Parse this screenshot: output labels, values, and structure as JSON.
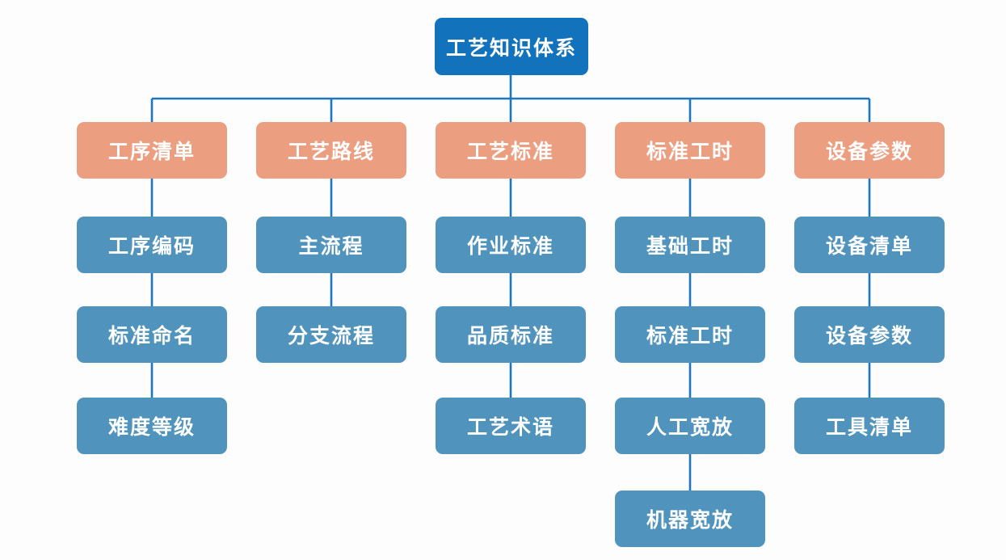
{
  "colors": {
    "background": "#fdfdfd",
    "root_fill": "#1272bc",
    "branch_fill": "#ec9e80",
    "child_fill": "#5094be",
    "line": "#1e76c0",
    "text": "#ffffff"
  },
  "tree": {
    "root": {
      "label": "工艺知识体系"
    },
    "columns": [
      {
        "header": {
          "label": "工序清单"
        },
        "children": [
          {
            "label": "工序编码"
          },
          {
            "label": "标准命名"
          },
          {
            "label": "难度等级"
          }
        ]
      },
      {
        "header": {
          "label": "工艺路线"
        },
        "children": [
          {
            "label": "主流程"
          },
          {
            "label": "分支流程"
          }
        ]
      },
      {
        "header": {
          "label": "工艺标准"
        },
        "children": [
          {
            "label": "作业标准"
          },
          {
            "label": "品质标准"
          },
          {
            "label": "工艺术语"
          }
        ]
      },
      {
        "header": {
          "label": "标准工时"
        },
        "children": [
          {
            "label": "基础工时"
          },
          {
            "label": "标准工时"
          },
          {
            "label": "人工宽放"
          },
          {
            "label": "机器宽放"
          }
        ]
      },
      {
        "header": {
          "label": "设备参数"
        },
        "children": [
          {
            "label": "设备清单"
          },
          {
            "label": "设备参数"
          },
          {
            "label": "工具清单"
          }
        ]
      }
    ]
  }
}
